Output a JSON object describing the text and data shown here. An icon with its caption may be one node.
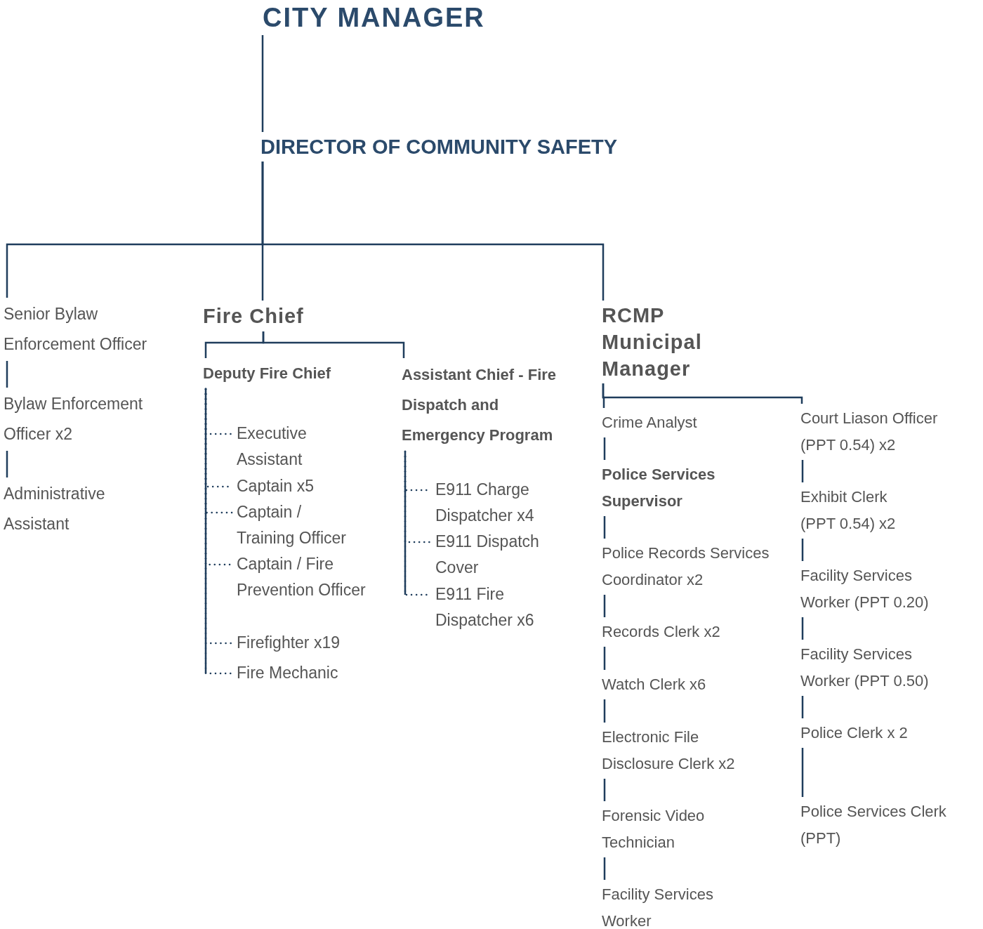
{
  "diagram": {
    "nodes": [
      {
        "text": [
          "CITY MANAGER"
        ]
      },
      {
        "text": [
          "DIRECTOR OF COMMUNITY SAFETY"
        ]
      },
      {
        "text": [
          "Senior Bylaw Enforcement Officer"
        ]
      },
      {
        "text": [
          "Bylaw Enforcement Officer x2"
        ]
      },
      {
        "text": [
          "Administrative Assistant"
        ]
      },
      {
        "text": [
          "Fire Chief"
        ]
      },
      {
        "text": [
          "Deputy Fire Chief"
        ]
      },
      {
        "text": [
          "Executive Assistant"
        ]
      },
      {
        "text": [
          "Captain x5"
        ]
      },
      {
        "text": [
          "Captain / Training Officer"
        ]
      },
      {
        "text": [
          "Captain / Fire Prevention Officer"
        ]
      },
      {
        "text": [
          "Firefighter x19"
        ]
      },
      {
        "text": [
          "Fire Mechanic"
        ]
      },
      {
        "text": [
          "Assistant Chief - Fire Dispatch and Emergency Program"
        ]
      },
      {
        "text": [
          "E911 Charge Dispatcher x4"
        ]
      },
      {
        "text": [
          "E911 Dispatch Cover"
        ]
      },
      {
        "text": [
          "E911 Fire Dispatcher x6"
        ]
      },
      {
        "text": [
          "RCMP Municipal Manager"
        ]
      },
      {
        "text": [
          "Crime Analyst"
        ]
      },
      {
        "text": [
          "Police Services Supervisor"
        ]
      },
      {
        "text": [
          "Police Records Services Coordinator x2"
        ]
      },
      {
        "text": [
          "Records Clerk x2"
        ]
      },
      {
        "text": [
          "Watch Clerk x6"
        ]
      },
      {
        "text": [
          "Electronic File Disclosure Clerk x2"
        ]
      },
      {
        "text": [
          "Forensic Video Technician"
        ]
      },
      {
        "text": [
          "Facility Services Worker"
        ]
      },
      {
        "text": [
          "Court Liason Officer (PPT 0.54) x2"
        ]
      },
      {
        "text": [
          "Exhibit Clerk (PPT 0.54) x2"
        ]
      },
      {
        "text": [
          "Facility Services Worker (PPT 0.20)"
        ]
      },
      {
        "text": [
          "Facility Services Worker (PPT 0.50)"
        ]
      },
      {
        "text": [
          "Police Clerk x 2"
        ]
      },
      {
        "text": [
          "Police Services Clerk (PPT)"
        ]
      }
    ],
    "edges": [
      {
        "from": 0,
        "to": 1,
        "arrow": "none"
      },
      {
        "from": 1,
        "to": 2,
        "arrow": "none"
      },
      {
        "from": 1,
        "to": 5,
        "arrow": "none"
      },
      {
        "from": 1,
        "to": 17,
        "arrow": "none"
      },
      {
        "from": 2,
        "to": 3,
        "arrow": "none"
      },
      {
        "from": 3,
        "to": 4,
        "arrow": "none"
      },
      {
        "from": 5,
        "to": 6,
        "arrow": "none"
      },
      {
        "from": 5,
        "to": 13,
        "arrow": "none"
      },
      {
        "from": 6,
        "to": 7,
        "arrow": "none",
        "style": "dashed"
      },
      {
        "from": 6,
        "to": 8,
        "arrow": "none",
        "style": "dashed"
      },
      {
        "from": 6,
        "to": 9,
        "arrow": "none",
        "style": "dashed"
      },
      {
        "from": 6,
        "to": 10,
        "arrow": "none",
        "style": "dashed"
      },
      {
        "from": 6,
        "to": 11,
        "arrow": "none",
        "style": "dashed"
      },
      {
        "from": 6,
        "to": 12,
        "arrow": "none",
        "style": "dashed"
      },
      {
        "from": 13,
        "to": 14,
        "arrow": "none",
        "style": "dashed"
      },
      {
        "from": 13,
        "to": 15,
        "arrow": "none",
        "style": "dashed"
      },
      {
        "from": 13,
        "to": 16,
        "arrow": "none",
        "style": "dashed"
      },
      {
        "from": 17,
        "to": 18,
        "arrow": "none"
      },
      {
        "from": 17,
        "to": 26,
        "arrow": "none"
      },
      {
        "from": 18,
        "to": 19,
        "arrow": "none"
      },
      {
        "from": 19,
        "to": 20,
        "arrow": "none"
      },
      {
        "from": 20,
        "to": 21,
        "arrow": "none"
      },
      {
        "from": 21,
        "to": 22,
        "arrow": "none"
      },
      {
        "from": 22,
        "to": 23,
        "arrow": "none"
      },
      {
        "from": 23,
        "to": 24,
        "arrow": "none"
      },
      {
        "from": 24,
        "to": 25,
        "arrow": "none"
      },
      {
        "from": 26,
        "to": 27,
        "arrow": "none"
      },
      {
        "from": 27,
        "to": 28,
        "arrow": "none"
      },
      {
        "from": 28,
        "to": 29,
        "arrow": "none"
      },
      {
        "from": 29,
        "to": 30,
        "arrow": "none"
      },
      {
        "from": 30,
        "to": 31,
        "arrow": "none"
      }
    ]
  }
}
